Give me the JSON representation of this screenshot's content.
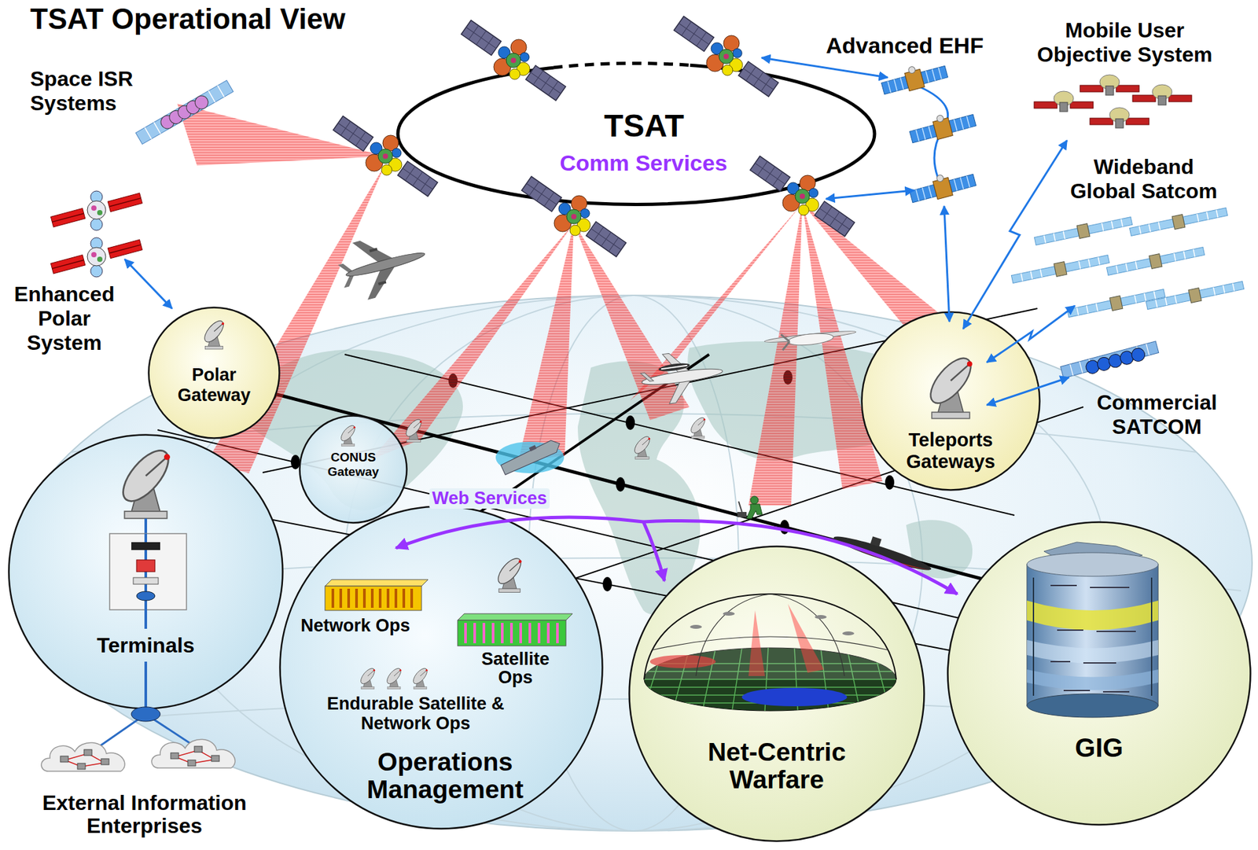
{
  "diagram": {
    "title": "TSAT Operational View",
    "nodes": [
      {
        "text": [
          "TSAT",
          "Comm Services"
        ]
      },
      {
        "text": [
          "Polar Gateway"
        ]
      },
      {
        "text": [
          "Teleports Gateways"
        ]
      },
      {
        "text": [
          "CONUS Gateway"
        ]
      },
      {
        "text": [
          "Terminals"
        ]
      },
      {
        "text": [
          "Operations Management"
        ]
      },
      {
        "text": [
          "Net-Centric Warfare"
        ]
      },
      {
        "text": [
          "GIG"
        ]
      }
    ],
    "labels": [
      "Space ISR Systems",
      "Enhanced Polar System",
      "Advanced EHF",
      "Mobile User Objective System",
      "Wideband Global Satcom",
      "Commercial SATCOM",
      "Web Services",
      "Network Ops",
      "Satellite Ops",
      "Endurable Satellite & Network Ops",
      "External Information Enterprises"
    ]
  }
}
